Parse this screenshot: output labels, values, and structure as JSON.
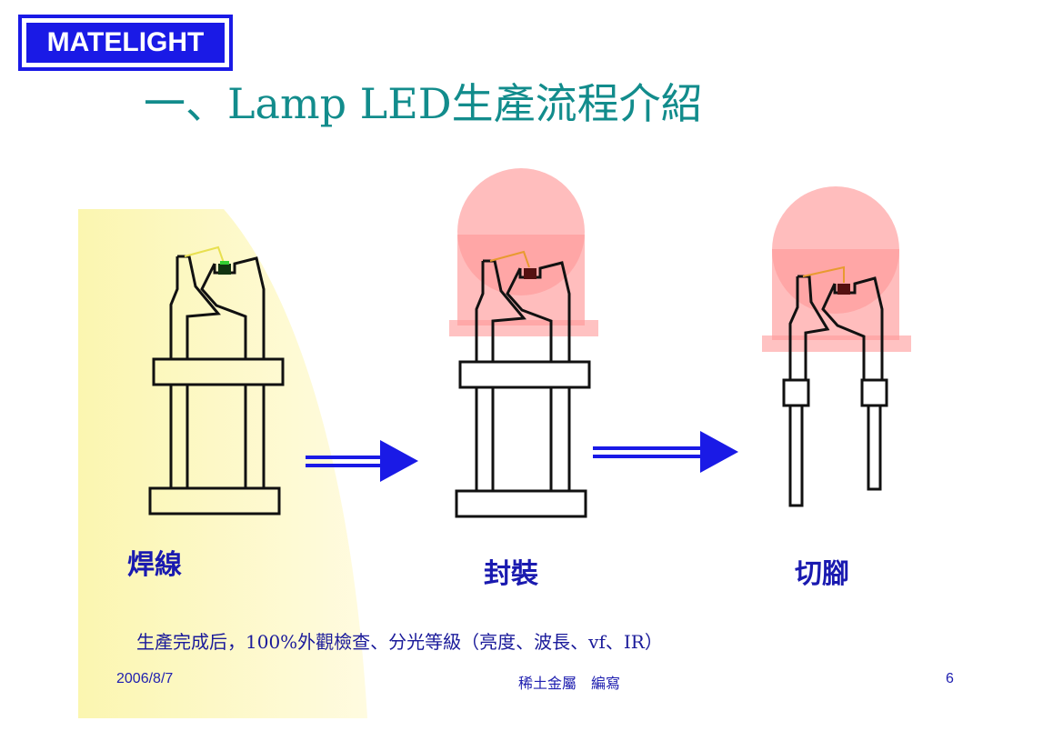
{
  "logo": {
    "text": "MATELIGHT"
  },
  "slide": {
    "title": "一、Lamp LED生產流程介紹"
  },
  "steps": [
    {
      "label": "焊線"
    },
    {
      "label": "封裝"
    },
    {
      "label": "切腳"
    }
  ],
  "note": "生產完成后，100%外觀檢查、分光等級（亮度、波長、vf、IR）",
  "footer": {
    "date": "2006/8/7",
    "author": "稀土金屬　編寫",
    "page": "6"
  },
  "colors": {
    "title": "#128c8c",
    "arrow": "#1a1ae6",
    "label": "#1a1ab0",
    "epoxy": "#ff9999",
    "logo": "#1a1ae6"
  }
}
